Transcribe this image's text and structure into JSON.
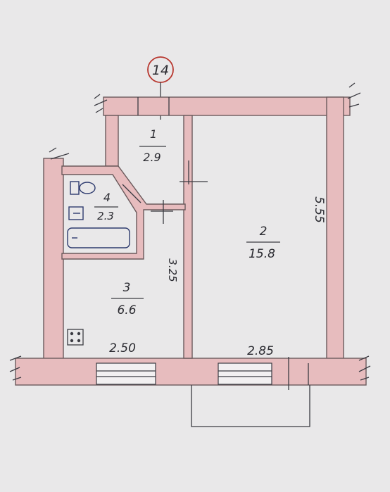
{
  "plan": {
    "apartment_number": "14",
    "colors": {
      "background": "#e9e8e9",
      "wall_fill": "#e7bcbe",
      "wall_outline": "#6b5a5c",
      "ink": "#2a2a30",
      "marker_circle": "#b8372f",
      "fixture_ink": "#2d3a6e"
    },
    "rooms": [
      {
        "number": "1",
        "area": "2.9"
      },
      {
        "number": "2",
        "area": "15.8"
      },
      {
        "number": "3",
        "area": "6.6"
      },
      {
        "number": "4",
        "area": "2.3"
      }
    ],
    "dimensions": {
      "kitchen_width": "2.50",
      "room_width": "2.85",
      "room_length": "5.55",
      "kitchen_length": "3.25"
    },
    "icons": {
      "toilet": "toilet-icon",
      "sink": "sink-icon",
      "bathtub": "bathtub-icon",
      "stove": "stove-icon"
    }
  }
}
